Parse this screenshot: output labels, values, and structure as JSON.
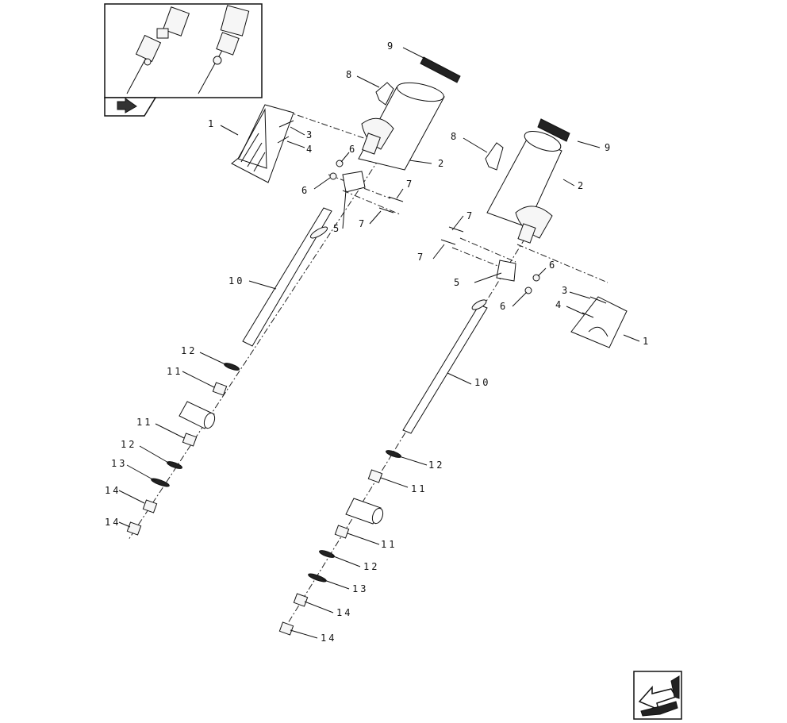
{
  "diagram": {
    "left_assembly_labels": {
      "l1": "1",
      "l2": "2",
      "l3": "3",
      "l4": "4",
      "l5": "5",
      "l6a": "6",
      "l6b": "6",
      "l7a": "7",
      "l7b": "7",
      "l8": "8",
      "l9": "9",
      "l10": "10",
      "l11a": "11",
      "l11b": "11",
      "l12a": "12",
      "l12b": "12",
      "l13": "13",
      "l14a": "14",
      "l14b": "14"
    },
    "right_assembly_labels": {
      "l1": "1",
      "l2": "2",
      "l3": "3",
      "l4": "4",
      "l5": "5",
      "l6a": "6",
      "l6b": "6",
      "l7a": "7",
      "l7b": "7",
      "l8": "8",
      "l9": "9",
      "l10": "10",
      "l11a": "11",
      "l11b": "11",
      "l12a": "12",
      "l12b": "12",
      "l13": "13",
      "l14a": "14",
      "l14b": "14"
    },
    "icons": {
      "inset_arrow": "book-arrow-icon",
      "corner_arrow": "back-arrow-icon"
    }
  }
}
